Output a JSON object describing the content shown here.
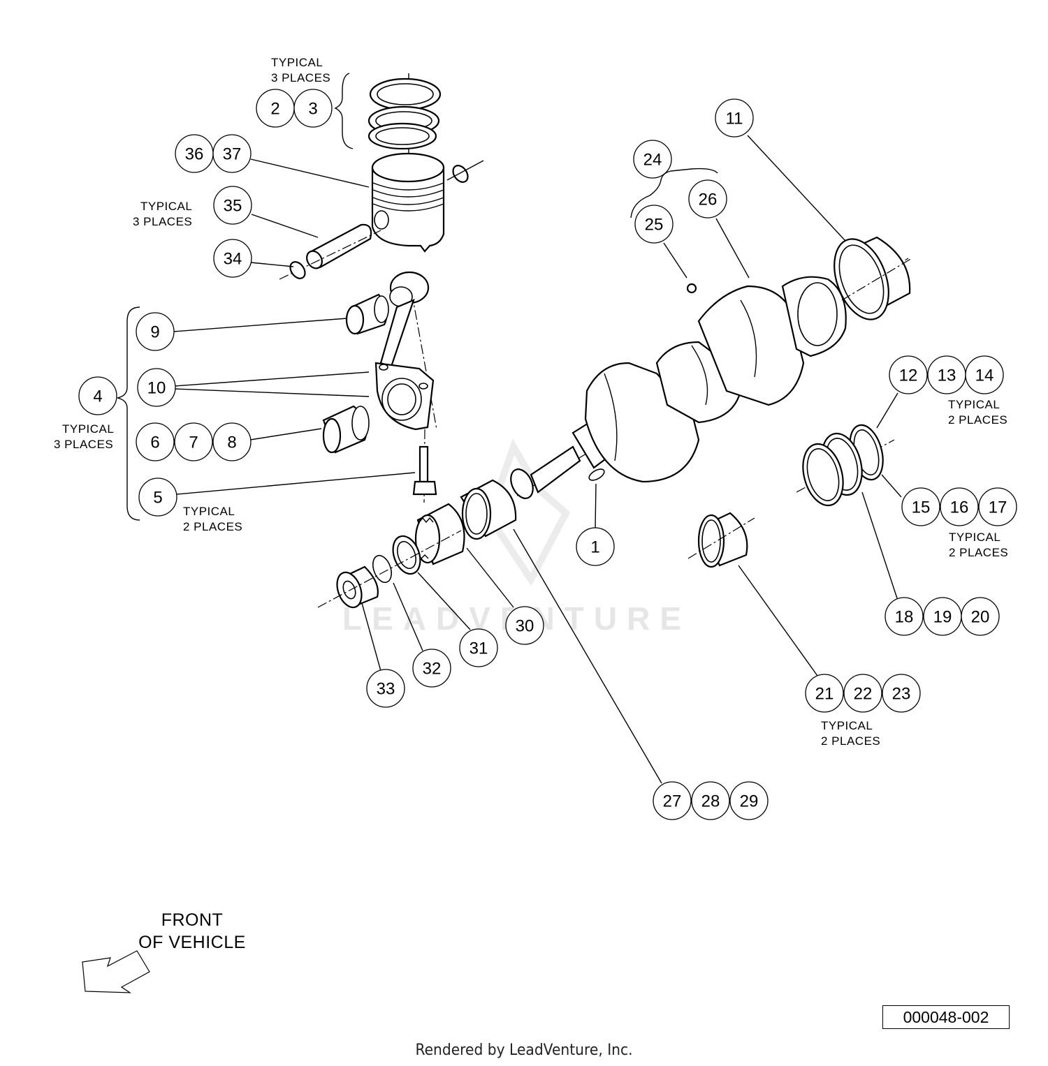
{
  "watermark": "LEADVENTURE",
  "part_numbers": [
    "1",
    "2",
    "3",
    "4",
    "5",
    "6",
    "7",
    "8",
    "9",
    "10",
    "11",
    "12",
    "13",
    "14",
    "15",
    "16",
    "17",
    "18",
    "19",
    "20",
    "21",
    "22",
    "23",
    "24",
    "25",
    "26",
    "27",
    "28",
    "29",
    "30",
    "31",
    "32",
    "33",
    "34",
    "35",
    "36",
    "37"
  ],
  "notes": {
    "rings_typical_1": "TYPICAL",
    "rings_typical_2": "3 PLACES",
    "pin_typical_1": "TYPICAL",
    "pin_typical_2": "3 PLACES",
    "rod_typical_1": "TYPICAL",
    "rod_typical_2": "3 PLACES",
    "bolt_typical_1": "TYPICAL",
    "bolt_typical_2": "2 PLACES",
    "seal_typical_1": "TYPICAL",
    "seal_typical_2": "2 PLACES",
    "bearing_typical_1": "TYPICAL",
    "bearing_typical_2": "2 PLACES",
    "main_typical_1": "TYPICAL",
    "main_typical_2": "2 PLACES"
  },
  "front_label_line1": "FRONT",
  "front_label_line2": "OF VEHICLE",
  "drawing_number": "000048-002",
  "credit": "Rendered by LeadVenture, Inc."
}
